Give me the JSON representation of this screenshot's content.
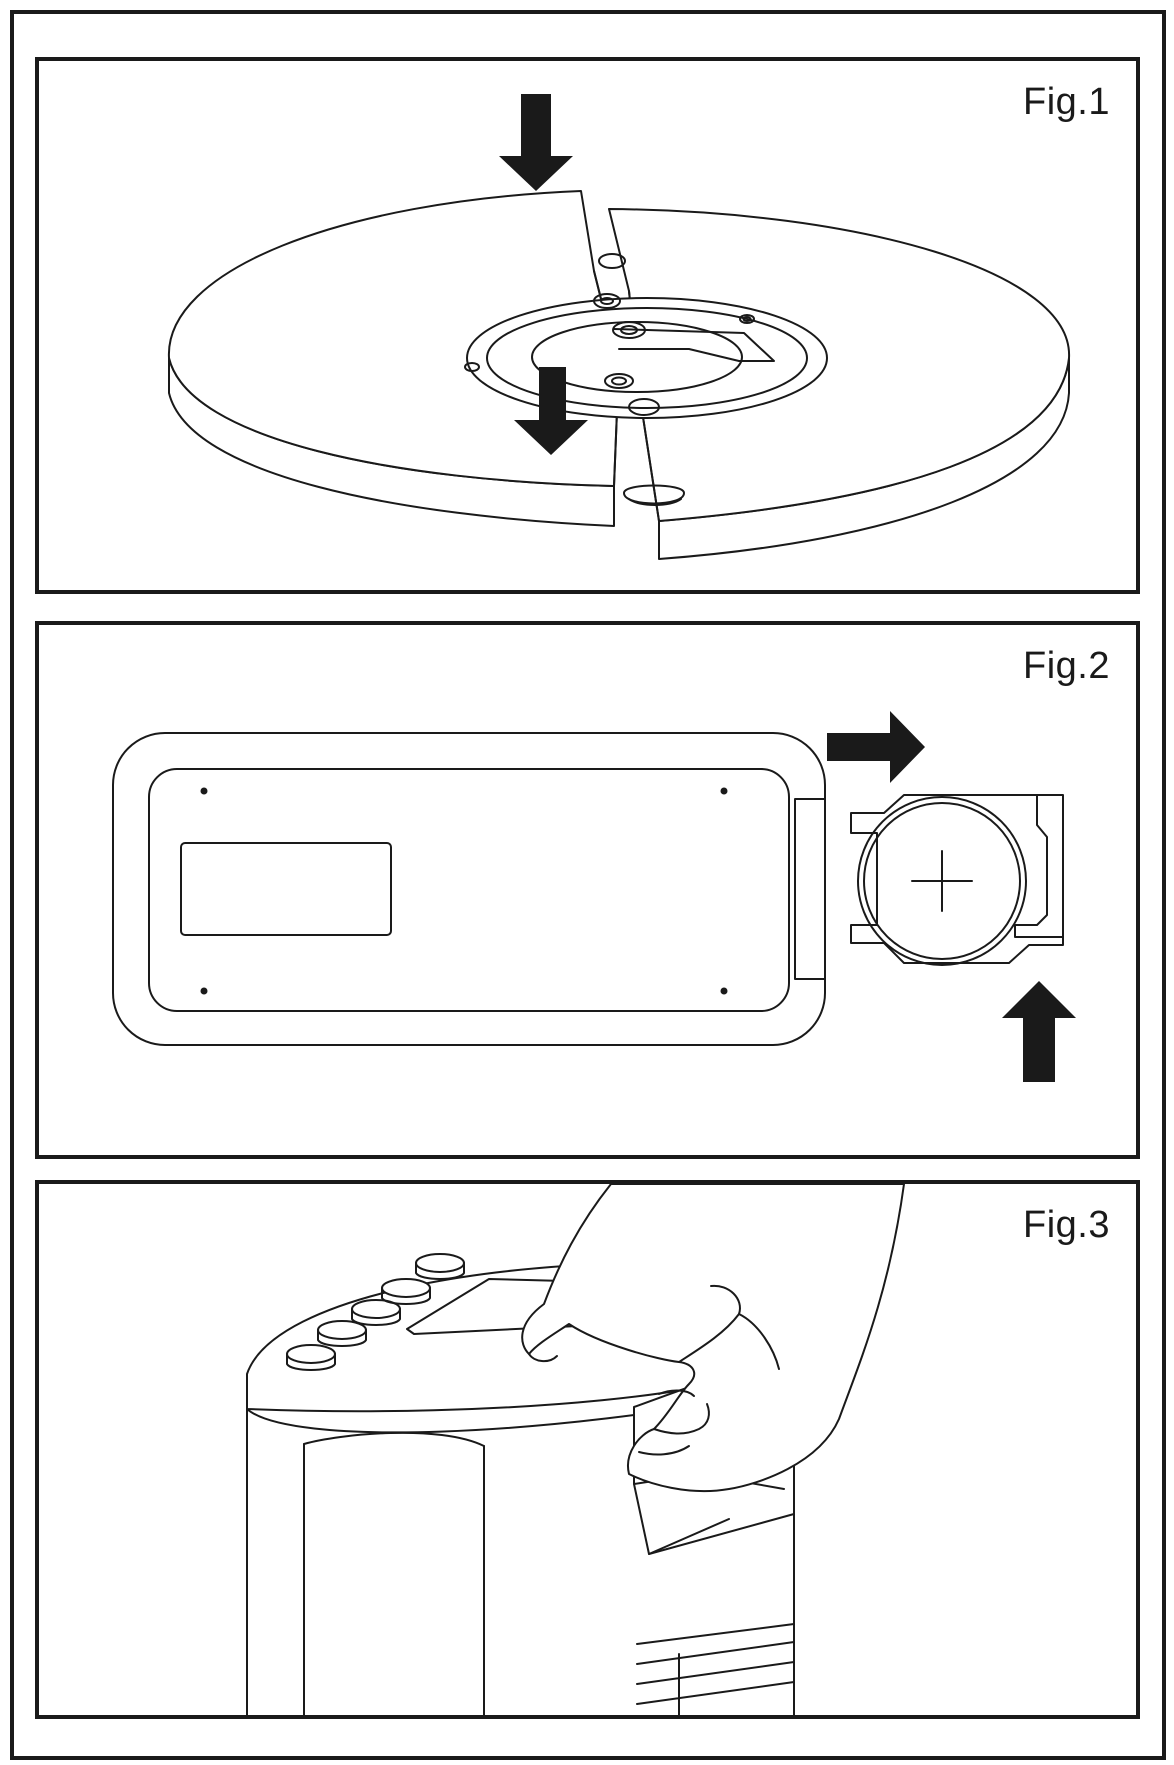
{
  "figures": [
    {
      "label": "Fig.1"
    },
    {
      "label": "Fig.2"
    },
    {
      "label": "Fig.3"
    }
  ]
}
